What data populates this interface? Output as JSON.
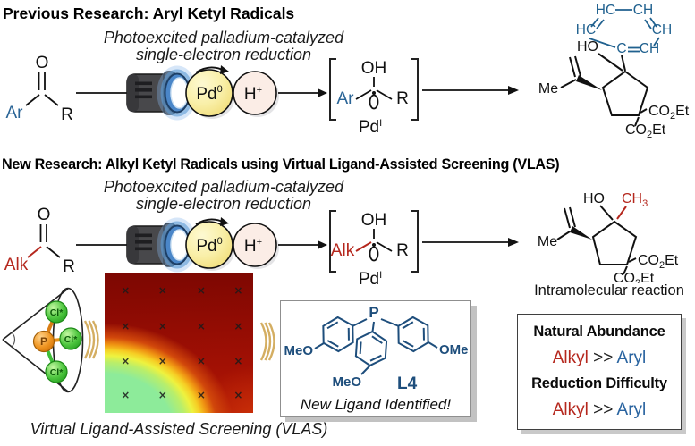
{
  "palette": {
    "aryl_blue": "#2a6496",
    "alkyl_red": "#b5271d",
    "ligand_navy": "#1e4e7c",
    "pd_yellow": "#f8eca0",
    "proton_pink": "#fbede6",
    "chevron_tan": "#d4ae62",
    "heatmap_red": "#930c03",
    "heatmap_green": "#8deb9a"
  },
  "headings": {
    "previous": "Previous Research: Aryl Ketyl Radicals",
    "new": "New Research: Alkyl Ketyl Radicals using Virtual Ligand-Assisted Screening (VLAS)"
  },
  "reaction_caption": {
    "line1": "Photoexcited palladium-catalyzed",
    "line2": "single-electron reduction"
  },
  "catalyst": {
    "pd": "Pd",
    "pd_sup": "0",
    "h": "H",
    "h_sup": "+"
  },
  "previous_scheme": {
    "reactant": {
      "o": "O",
      "group": "Ar",
      "r": "R"
    },
    "intermediate": {
      "oh": "OH",
      "group": "Ar",
      "r": "R",
      "pd": "Pd",
      "pd_sup": "I"
    },
    "product": {
      "ho": "HO",
      "me": "Me",
      "ester_co": "CO",
      "ester_two": "2",
      "ester_et": "Et",
      "ring": {
        "top_left": "HC",
        "top_right": "CH",
        "mid_left": "HC",
        "mid_right": "CH",
        "bottom_left": "C",
        "bottom_right": "CH"
      }
    }
  },
  "new_scheme": {
    "reactant": {
      "o": "O",
      "group": "Alk",
      "r": "R"
    },
    "intermediate": {
      "oh": "OH",
      "group": "Alk",
      "r": "R",
      "pd": "Pd",
      "pd_sup": "I"
    },
    "product": {
      "ho": "HO",
      "me": "Me",
      "ch3_c": "CH",
      "ch3_sub": "3",
      "ester_co": "CO",
      "ester_two": "2",
      "ester_et": "Et"
    },
    "product_note": "Intramolecular reaction"
  },
  "vlas": {
    "caption": "Virtual Ligand-Assisted Screening (VLAS)",
    "cone": {
      "p": "P",
      "cl": "Cl*"
    },
    "heatmap": {
      "marker_glyph": "×",
      "cols_pct": [
        14,
        39,
        65,
        90
      ],
      "rows_pct": [
        13,
        38,
        63,
        87
      ]
    },
    "ligand_box": {
      "p": "P",
      "meo_left": "MeO",
      "ome_right": "OMe",
      "meo_bottom": "MeO",
      "name": "L4",
      "caption": "New Ligand Identified!"
    },
    "comparison_box": {
      "row1_title": "Natural Abundance",
      "row1_left": "Alkyl",
      "row1_op": ">>",
      "row1_right": "Aryl",
      "row2_title": "Reduction Difficulty",
      "row2_left": "Alkyl",
      "row2_op": ">>",
      "row2_right": "Aryl"
    }
  }
}
